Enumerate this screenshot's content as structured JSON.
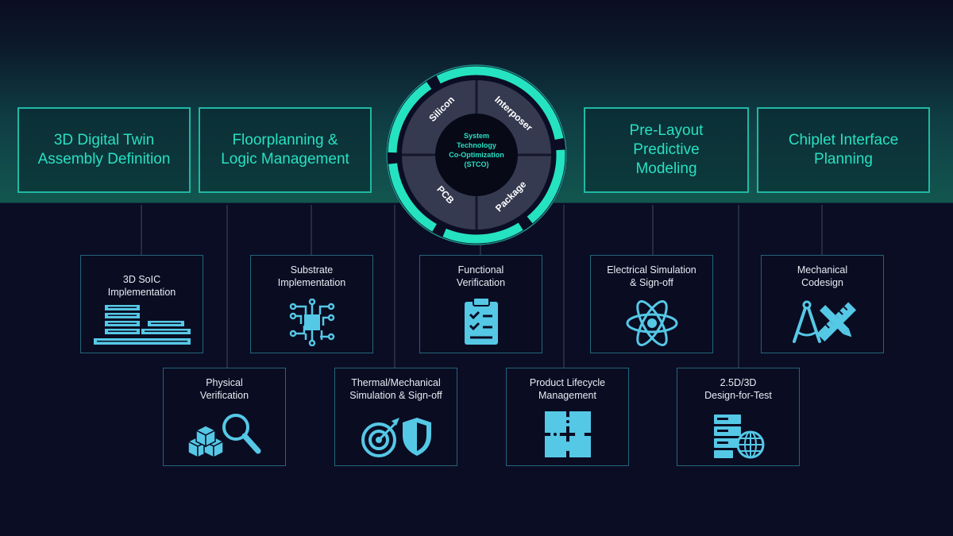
{
  "top_boxes": [
    {
      "id": "digital-twin",
      "label": "3D Digital Twin\nAssembly Definition"
    },
    {
      "id": "floorplanning",
      "label": "Floorplanning &\nLogic Management"
    },
    {
      "id": "pre-layout",
      "label": "Pre-Layout\nPredictive\nModeling"
    },
    {
      "id": "chiplet",
      "label": "Chiplet Interface\nPlanning"
    }
  ],
  "center": {
    "title": "System\nTechnology\nCo-Optimization\n(STCO)",
    "segments": [
      "Silicon",
      "Interposer",
      "Package",
      "PCB"
    ]
  },
  "sub_boxes": [
    {
      "id": "soic",
      "label": "3D SoIC\nImplementation",
      "icon": "stacked-chips-icon"
    },
    {
      "id": "substrate",
      "label": "Substrate\nImplementation",
      "icon": "circuit-icon"
    },
    {
      "id": "functional",
      "label": "Functional\nVerification",
      "icon": "checklist-icon"
    },
    {
      "id": "electrical",
      "label": "Electrical Simulation\n& Sign-off",
      "icon": "atom-icon"
    },
    {
      "id": "mechanical",
      "label": "Mechanical\nCodesign",
      "icon": "compass-ruler-icon"
    },
    {
      "id": "physical",
      "label": "Physical\nVerification",
      "icon": "magnifier-boxes-icon"
    },
    {
      "id": "thermal",
      "label": "Thermal/Mechanical\nSimulation & Sign-off",
      "icon": "target-shield-icon"
    },
    {
      "id": "plm",
      "label": "Product Lifecycle\nManagement",
      "icon": "puzzle-icon"
    },
    {
      "id": "dft",
      "label": "2.5D/3D\nDesign-for-Test",
      "icon": "server-globe-icon"
    }
  ],
  "colors": {
    "accent": "#28e0c2",
    "border": "#1fb9a3",
    "sub_border": "#23657a",
    "icon": "#55c8e6",
    "background": "#0b0d24"
  }
}
